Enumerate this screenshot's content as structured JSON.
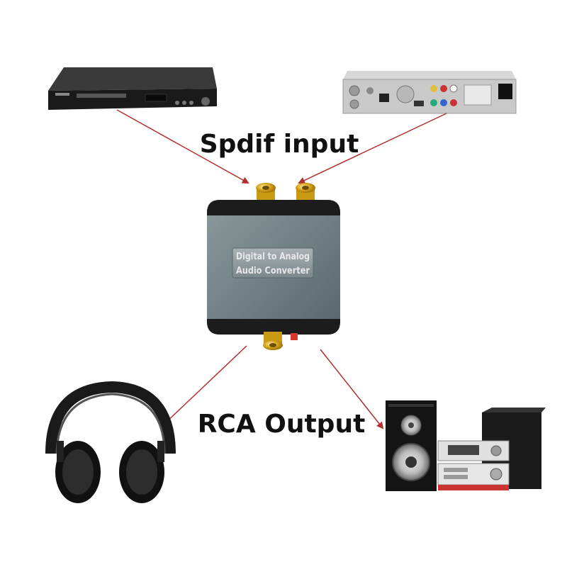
{
  "labels": {
    "input": "Spdif input",
    "output": "RCA Output"
  },
  "converter": {
    "line1": "Digital to Analog",
    "line2": "Audio Converter"
  },
  "devices": {
    "top_left": "dvd-player",
    "top_right": "set-top-box",
    "bottom_left": "headphones",
    "bottom_right": "speaker-system"
  },
  "colors": {
    "arrow": "#b03030",
    "converter_body": "#6e7e82",
    "gold_jack": "#d4a017"
  }
}
